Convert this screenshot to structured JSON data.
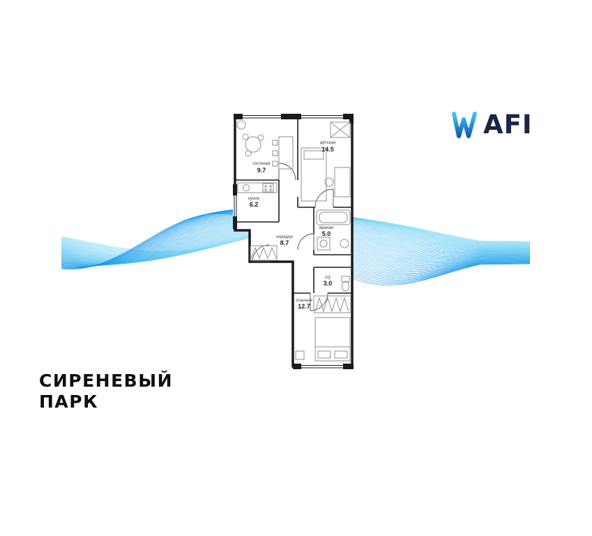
{
  "logo": {
    "brand": "AFI",
    "accent_top": "#3cc9f2",
    "accent_bottom": "#1457b8",
    "text_color": "#1b2546"
  },
  "project": {
    "title_line1": "СИРЕНЕВЫЙ",
    "title_line2": "ПАРК"
  },
  "floorplan": {
    "rooms": [
      {
        "name": "гостиная",
        "area": "9.7"
      },
      {
        "name": "детская",
        "area": "14.5"
      },
      {
        "name": "кухня",
        "area": "6.2"
      },
      {
        "name": "коридор",
        "area": "8.7"
      },
      {
        "name": "ванная",
        "area": "5.0"
      },
      {
        "name": "с/у",
        "area": "3.0"
      },
      {
        "name": "спальня",
        "area": "12.7"
      }
    ]
  }
}
